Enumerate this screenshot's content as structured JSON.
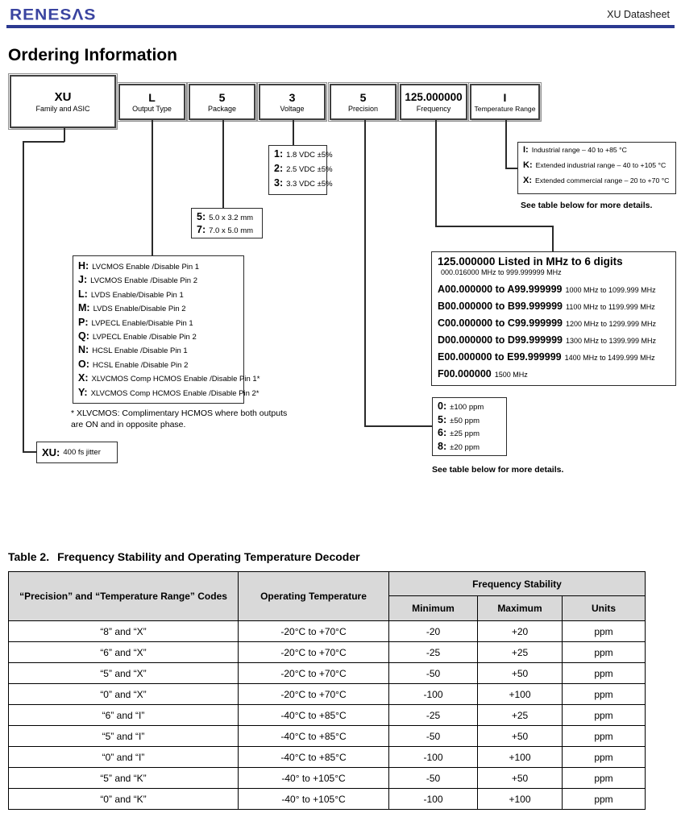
{
  "colors": {
    "logo_blue": "#3a44a0",
    "rule_navy": "#2b3990",
    "table_header_bg": "#d9d9d9"
  },
  "header": {
    "logo_text": "RENESΛS",
    "doc_title": "XU Datasheet"
  },
  "page_title": "Ordering Information",
  "part_number": {
    "fields": [
      {
        "code": "XU",
        "label": "Family and ASIC"
      },
      {
        "code": "L",
        "label": "Output Type"
      },
      {
        "code": "5",
        "label": "Package"
      },
      {
        "code": "3",
        "label": "Voltage"
      },
      {
        "code": "5",
        "label": "Precision"
      },
      {
        "code": "125.000000",
        "label": "Frequency"
      },
      {
        "code": "I",
        "label": "Temperature Range"
      }
    ]
  },
  "output_type": {
    "items": [
      {
        "code": "H:",
        "text": "LVCMOS Enable /Disable Pin 1"
      },
      {
        "code": "J:",
        "text": "LVCMOS Enable /Disable Pin 2"
      },
      {
        "code": "L:",
        "text": "LVDS Enable/Disable Pin 1"
      },
      {
        "code": "M:",
        "text": "LVDS Enable/Disable Pin 2"
      },
      {
        "code": "P:",
        "text": "LVPECL Enable/Disable Pin 1"
      },
      {
        "code": "Q:",
        "text": "LVPECL Enable /Disable Pin 2"
      },
      {
        "code": "N:",
        "text": "HCSL Enable /Disable Pin 1"
      },
      {
        "code": "O:",
        "text": "HCSL Enable /Disable Pin 2"
      },
      {
        "code": "X:",
        "text": "XLVCMOS Comp HCMOS Enable /Disable Pin 1*"
      },
      {
        "code": "Y:",
        "text": "XLVCMOS Comp HCMOS Enable /Disable Pin 2*"
      }
    ],
    "footnote_line1": "* XLVCMOS: Complimentary HCMOS where both outputs",
    "footnote_line2": "are ON and in opposite phase."
  },
  "package": {
    "items": [
      {
        "code": "5:",
        "text": "5.0 x 3.2 mm"
      },
      {
        "code": "7:",
        "text": "7.0 x 5.0 mm"
      }
    ]
  },
  "voltage": {
    "items": [
      {
        "code": "1:",
        "text": "1.8 VDC ±5%"
      },
      {
        "code": "2:",
        "text": "2.5 VDC ±5%"
      },
      {
        "code": "3:",
        "text": "3.3 VDC ±5%"
      }
    ]
  },
  "precision": {
    "items": [
      {
        "code": "0:",
        "text": "±100 ppm"
      },
      {
        "code": "5:",
        "text": "±50 ppm"
      },
      {
        "code": "6:",
        "text": "±25 ppm"
      },
      {
        "code": "8:",
        "text": "±20 ppm"
      }
    ],
    "note": "See table below for more details."
  },
  "frequency": {
    "title": "125.000000 Listed in MHz to 6 digits",
    "subtitle": "000.016000 MHz to 999.999999 MHz",
    "ranges": [
      {
        "code": "A00.000000 to A99.999999",
        "range": "1000 MHz to 1099.999 MHz"
      },
      {
        "code": "B00.000000 to B99.999999",
        "range": "1100 MHz to 1199.999 MHz"
      },
      {
        "code": "C00.000000 to C99.999999",
        "range": "1200 MHz to 1299.999 MHz"
      },
      {
        "code": "D00.000000 to D99.999999",
        "range": "1300 MHz to 1399.999 MHz"
      },
      {
        "code": "E00.000000 to E99.999999",
        "range": "1400 MHz to 1499.999 MHz"
      },
      {
        "code": "F00.000000",
        "range": "1500 MHz"
      }
    ]
  },
  "temperature": {
    "items": [
      {
        "code": "I:",
        "text": "Industrial range – 40 to +85 °C"
      },
      {
        "code": "K:",
        "text": "Extended industrial range – 40 to +105 °C"
      },
      {
        "code": "X:",
        "text": "Extended commercial range – 20 to +70 °C"
      }
    ],
    "note": "See table below for more details."
  },
  "family": {
    "code": "XU:",
    "text": "400 fs jitter"
  },
  "table": {
    "title_prefix": "Table 2.",
    "title": "Frequency Stability and Operating Temperature Decoder",
    "headers": {
      "col1": "“Precision” and “Temperature Range” Codes",
      "col2": "Operating Temperature",
      "group": "Frequency Stability",
      "min": "Minimum",
      "max": "Maximum",
      "units": "Units"
    },
    "rows": [
      [
        "“8” and “X”",
        "-20°C to +70°C",
        "-20",
        "+20",
        "ppm"
      ],
      [
        "“6” and “X”",
        "-20°C to +70°C",
        "-25",
        "+25",
        "ppm"
      ],
      [
        "“5” and “X”",
        "-20°C to +70°C",
        "-50",
        "+50",
        "ppm"
      ],
      [
        "“0” and “X”",
        "-20°C to +70°C",
        "-100",
        "+100",
        "ppm"
      ],
      [
        "“6” and “I”",
        "-40°C to +85°C",
        "-25",
        "+25",
        "ppm"
      ],
      [
        "“5” and “I”",
        "-40°C to +85°C",
        "-50",
        "+50",
        "ppm"
      ],
      [
        "“0” and “I”",
        "-40°C to +85°C",
        "-100",
        "+100",
        "ppm"
      ],
      [
        "“5” and “K”",
        "-40° to +105°C",
        "-50",
        "+50",
        "ppm"
      ],
      [
        "“0” and “K”",
        "-40° to +105°C",
        "-100",
        "+100",
        "ppm"
      ]
    ]
  }
}
